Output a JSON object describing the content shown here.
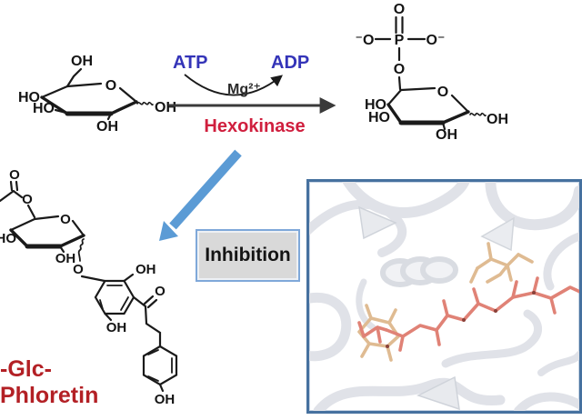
{
  "reaction": {
    "substrate_nucleotide": "ATP",
    "product_nucleotide": "ADP",
    "cofactor": "Mg²⁺",
    "enzyme": "Hexokinase"
  },
  "inhibition_box": {
    "label": "Inhibition"
  },
  "inhibitor": {
    "label": "-Glc-Phloretin"
  },
  "molecules": {
    "glucose": {
      "oh_top": "OH",
      "ring_o": "O",
      "ho_left_upper": "HO",
      "ho_left_lower": "HO",
      "oh_bottom": "OH",
      "oh_anomeric": "OH"
    },
    "glucose_6_phosphate": {
      "o_top": "O",
      "p_center": "P",
      "o_minus_left": "⁻O",
      "o_minus_right": "O⁻",
      "o_linker": "O",
      "ring_o": "O",
      "ho_left_upper": "HO",
      "ho_left_lower": "HO",
      "oh_bottom": "OH",
      "oh_anomeric": "OH"
    },
    "glc_phloretin": {
      "o_carbonyl": "O",
      "o_ester": "O",
      "ring_o": "O",
      "ho_left": "HO",
      "oh_sugar": "OH",
      "o_glycosidic": "O",
      "oh_ring1_top": "OH",
      "o_ketone": "O",
      "oh_ring1_bottom": "OH",
      "oh_ring2_bottom": "OH"
    }
  },
  "colors": {
    "nucleotide_blue": "#3434b8",
    "enzyme_red": "#d01f3e",
    "inhibitor_label_red": "#b32025",
    "inhibition_arrow_blue": "#5b9bd5",
    "inhibition_box_bg": "#d9d9d9",
    "inhibition_box_border": "#7fa8d9",
    "panel_border": "#46719f",
    "ligand_salmon": "#e08276",
    "ligand_tan": "#dfbb92",
    "ribbon_gray": "#e0e2e8",
    "bond_black": "#1a1a1a"
  }
}
